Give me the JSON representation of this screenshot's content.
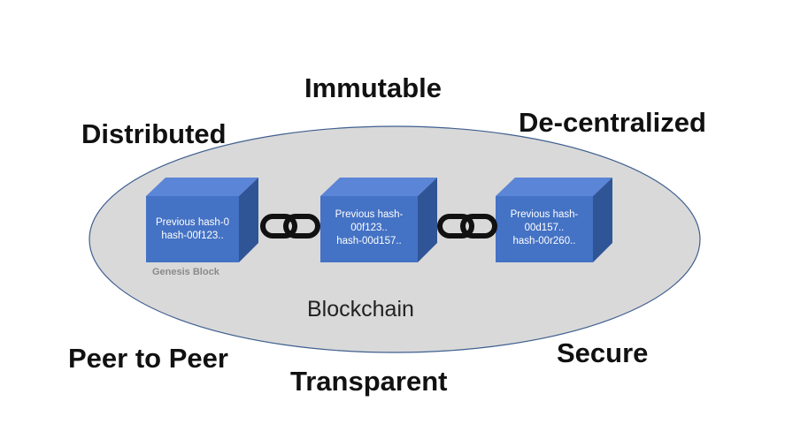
{
  "properties": {
    "immutable": "Immutable",
    "distributed": "Distributed",
    "decentralized": "De-centralized",
    "peer_to_peer": "Peer to Peer",
    "secure": "Secure",
    "transparent": "Transparent"
  },
  "chain": {
    "label": "Blockchain",
    "blocks": [
      {
        "lines": [
          "Previous hash-0",
          "hash-00f123.."
        ],
        "caption": "Genesis Block"
      },
      {
        "lines": [
          "Previous hash-",
          "00f123..",
          "hash-00d157.."
        ]
      },
      {
        "lines": [
          "Previous hash-",
          "00d157..",
          "hash-00r260.."
        ]
      }
    ],
    "colors": {
      "ellipse_fill": "#d9d9d9",
      "ellipse_stroke": "#3f5f8f",
      "block_front": "#4472c4",
      "block_top": "#5b85d6",
      "block_side": "#2f5597",
      "link": "#111111"
    }
  }
}
